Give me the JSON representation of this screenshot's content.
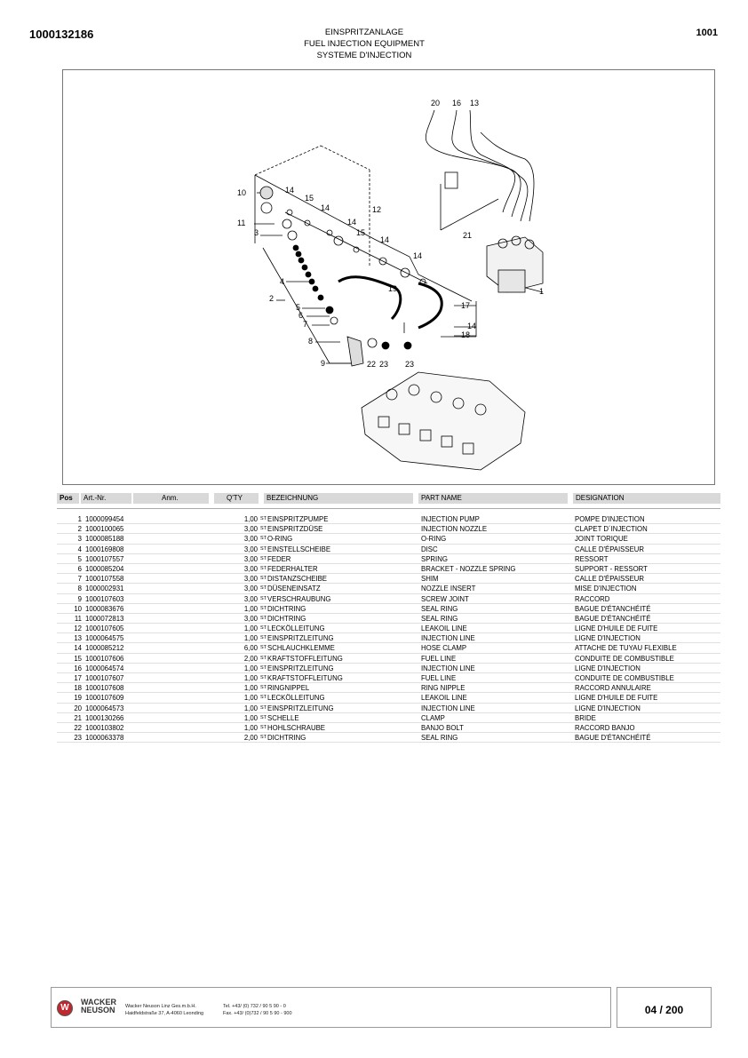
{
  "header": {
    "doc_number": "1000132186",
    "title_de": "EINSPRITZANLAGE",
    "title_en": "FUEL INJECTION EQUIPMENT",
    "title_fr": "SYSTEME D'INJECTION",
    "group_number": "1001"
  },
  "diagram": {
    "callouts": [
      "1",
      "2",
      "3",
      "4",
      "5",
      "6",
      "7",
      "8",
      "9",
      "10",
      "11",
      "12",
      "13",
      "14",
      "15",
      "16",
      "17",
      "18",
      "19",
      "20",
      "21",
      "22",
      "23"
    ]
  },
  "table": {
    "headers": {
      "pos": "Pos",
      "art": "Art.-Nr.",
      "anm": "Anm.",
      "qty": "Q'TY",
      "de": "BEZEICHNUNG",
      "en": "PART NAME",
      "fr": "DESIGNATION"
    },
    "rows": [
      {
        "pos": "1",
        "art": "1000099454",
        "qty": "1,00",
        "unit": "ST",
        "de": "EINSPRITZPUMPE",
        "en": "INJECTION PUMP",
        "fr": "POMPE D'INJECTION"
      },
      {
        "pos": "2",
        "art": "1000100065",
        "qty": "3,00",
        "unit": "ST",
        "de": "EINSPRITZDÜSE",
        "en": "INJECTION NOZZLE",
        "fr": "CLAPET D´INJECTION"
      },
      {
        "pos": "3",
        "art": "1000085188",
        "qty": "3,00",
        "unit": "ST",
        "de": "O-RING",
        "en": "O-RING",
        "fr": "JOINT TORIQUE"
      },
      {
        "pos": "4",
        "art": "1000169808",
        "qty": "3,00",
        "unit": "ST",
        "de": "EINSTELLSCHEIBE",
        "en": "DISC",
        "fr": "CALLE D'ÉPAISSEUR"
      },
      {
        "pos": "5",
        "art": "1000107557",
        "qty": "3,00",
        "unit": "ST",
        "de": "FEDER",
        "en": "SPRING",
        "fr": "RESSORT"
      },
      {
        "pos": "6",
        "art": "1000085204",
        "qty": "3,00",
        "unit": "ST",
        "de": "FEDERHALTER",
        "en": "BRACKET - NOZZLE SPRING",
        "fr": "SUPPORT - RESSORT"
      },
      {
        "pos": "7",
        "art": "1000107558",
        "qty": "3,00",
        "unit": "ST",
        "de": "DISTANZSCHEIBE",
        "en": "SHIM",
        "fr": "CALLE D'ÉPAISSEUR"
      },
      {
        "pos": "8",
        "art": "1000002931",
        "qty": "3,00",
        "unit": "ST",
        "de": "DÜSENEINSATZ",
        "en": "NOZZLE INSERT",
        "fr": "MISE D'INJECTION"
      },
      {
        "pos": "9",
        "art": "1000107603",
        "qty": "3,00",
        "unit": "ST",
        "de": "VERSCHRAUBUNG",
        "en": "SCREW JOINT",
        "fr": "RACCORD"
      },
      {
        "pos": "10",
        "art": "1000083676",
        "qty": "1,00",
        "unit": "ST",
        "de": "DICHTRING",
        "en": "SEAL RING",
        "fr": "BAGUE D'ÉTANCHÉITÉ"
      },
      {
        "pos": "11",
        "art": "1000072813",
        "qty": "3,00",
        "unit": "ST",
        "de": "DICHTRING",
        "en": "SEAL RING",
        "fr": "BAGUE D'ÉTANCHÉITÉ"
      },
      {
        "pos": "12",
        "art": "1000107605",
        "qty": "1,00",
        "unit": "ST",
        "de": "LECKÖLLEITUNG",
        "en": "LEAKOIL LINE",
        "fr": "LIGNE D'HUILE DE FUITE"
      },
      {
        "pos": "13",
        "art": "1000064575",
        "qty": "1,00",
        "unit": "ST",
        "de": "EINSPRITZLEITUNG",
        "en": "INJECTION LINE",
        "fr": "LIGNE D'INJECTION"
      },
      {
        "pos": "14",
        "art": "1000085212",
        "qty": "6,00",
        "unit": "ST",
        "de": "SCHLAUCHKLEMME",
        "en": "HOSE CLAMP",
        "fr": "ATTACHE  DE TUYAU FLEXIBLE"
      },
      {
        "pos": "15",
        "art": "1000107606",
        "qty": "2,00",
        "unit": "ST",
        "de": "KRAFTSTOFFLEITUNG",
        "en": "FUEL LINE",
        "fr": "CONDUITE DE COMBUSTIBLE"
      },
      {
        "pos": "16",
        "art": "1000064574",
        "qty": "1,00",
        "unit": "ST",
        "de": "EINSPRITZLEITUNG",
        "en": "INJECTION LINE",
        "fr": "LIGNE D'INJECTION"
      },
      {
        "pos": "17",
        "art": "1000107607",
        "qty": "1,00",
        "unit": "ST",
        "de": "KRAFTSTOFFLEITUNG",
        "en": "FUEL LINE",
        "fr": "CONDUITE DE COMBUSTIBLE"
      },
      {
        "pos": "18",
        "art": "1000107608",
        "qty": "1,00",
        "unit": "ST",
        "de": "RINGNIPPEL",
        "en": "RING NIPPLE",
        "fr": "RACCORD ANNULAIRE"
      },
      {
        "pos": "19",
        "art": "1000107609",
        "qty": "1,00",
        "unit": "ST",
        "de": "LECKÖLLEITUNG",
        "en": "LEAKOIL LINE",
        "fr": "LIGNE D'HUILE DE FUITE"
      },
      {
        "pos": "20",
        "art": "1000064573",
        "qty": "1,00",
        "unit": "ST",
        "de": "EINSPRITZLEITUNG",
        "en": "INJECTION LINE",
        "fr": "LIGNE D'INJECTION"
      },
      {
        "pos": "21",
        "art": "1000130266",
        "qty": "1,00",
        "unit": "ST",
        "de": "SCHELLE",
        "en": "CLAMP",
        "fr": "BRIDE"
      },
      {
        "pos": "22",
        "art": "1000103802",
        "qty": "1,00",
        "unit": "ST",
        "de": "HOHLSCHRAUBE",
        "en": "BANJO BOLT",
        "fr": "RACCORD BANJO"
      },
      {
        "pos": "23",
        "art": "1000063378",
        "qty": "2,00",
        "unit": "ST",
        "de": "DICHTRING",
        "en": "SEAL RING",
        "fr": "BAGUE D'ÉTANCHÉITÉ"
      }
    ]
  },
  "footer": {
    "logo_line1": "WACKER",
    "logo_line2": "NEUSON",
    "logo_mark": "W",
    "company_name": "Wacker Neuson Linz  Ges.m.b.H.",
    "company_address": "Haidfeldstraße 37, A-4060 Leonding",
    "tel": "Tel. +43/ (0) 732 / 90 5 90 - 0",
    "fax": "Fax. +43/ (0)732 / 90 5 90 - 900",
    "page": "04 / 200"
  }
}
